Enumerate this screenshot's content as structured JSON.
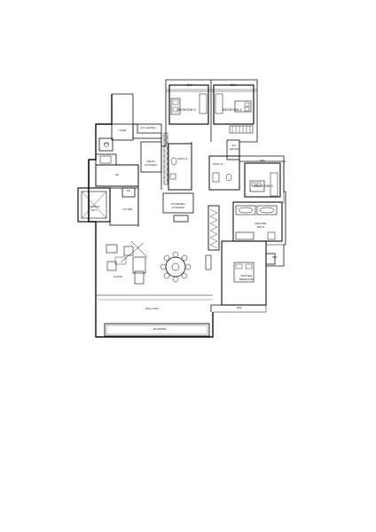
{
  "rooms": {
    "bedroom3": "BEDROOM 3",
    "bedroom4": "BEDROOM 4",
    "bedroom2": "BEDROOM 2",
    "master_bedroom": "MASTER\nBEDROOM",
    "master_bath": "MASTER\nBATH",
    "bath2": "BATH 2",
    "bath3": "BATH 3",
    "yard": "YARD",
    "wc": "W/C",
    "ac_ledge_top": "A/C LEDGE",
    "ac_ledge_mid": "A/C\nLEDGE",
    "asian_kitchen": "ASIAN\nKITCHEN",
    "hs": "HS",
    "sc": "SC",
    "private_lift": "PRIVATE\nLIFT",
    "foyer": "FOYER",
    "gourmet_kitchen": "GOURMET\nKITCHEN",
    "living": "LIVING",
    "dining": "DINING",
    "balcony": "BALCONY",
    "planter": "PLANTER",
    "bw_1": "BW",
    "bw_2": "BW",
    "bw_3": "BW",
    "bw_4": "BW",
    "bw_5": "BW"
  },
  "colors": {
    "wall": "#111111",
    "fixture": "#333333",
    "glass": "#555555"
  }
}
